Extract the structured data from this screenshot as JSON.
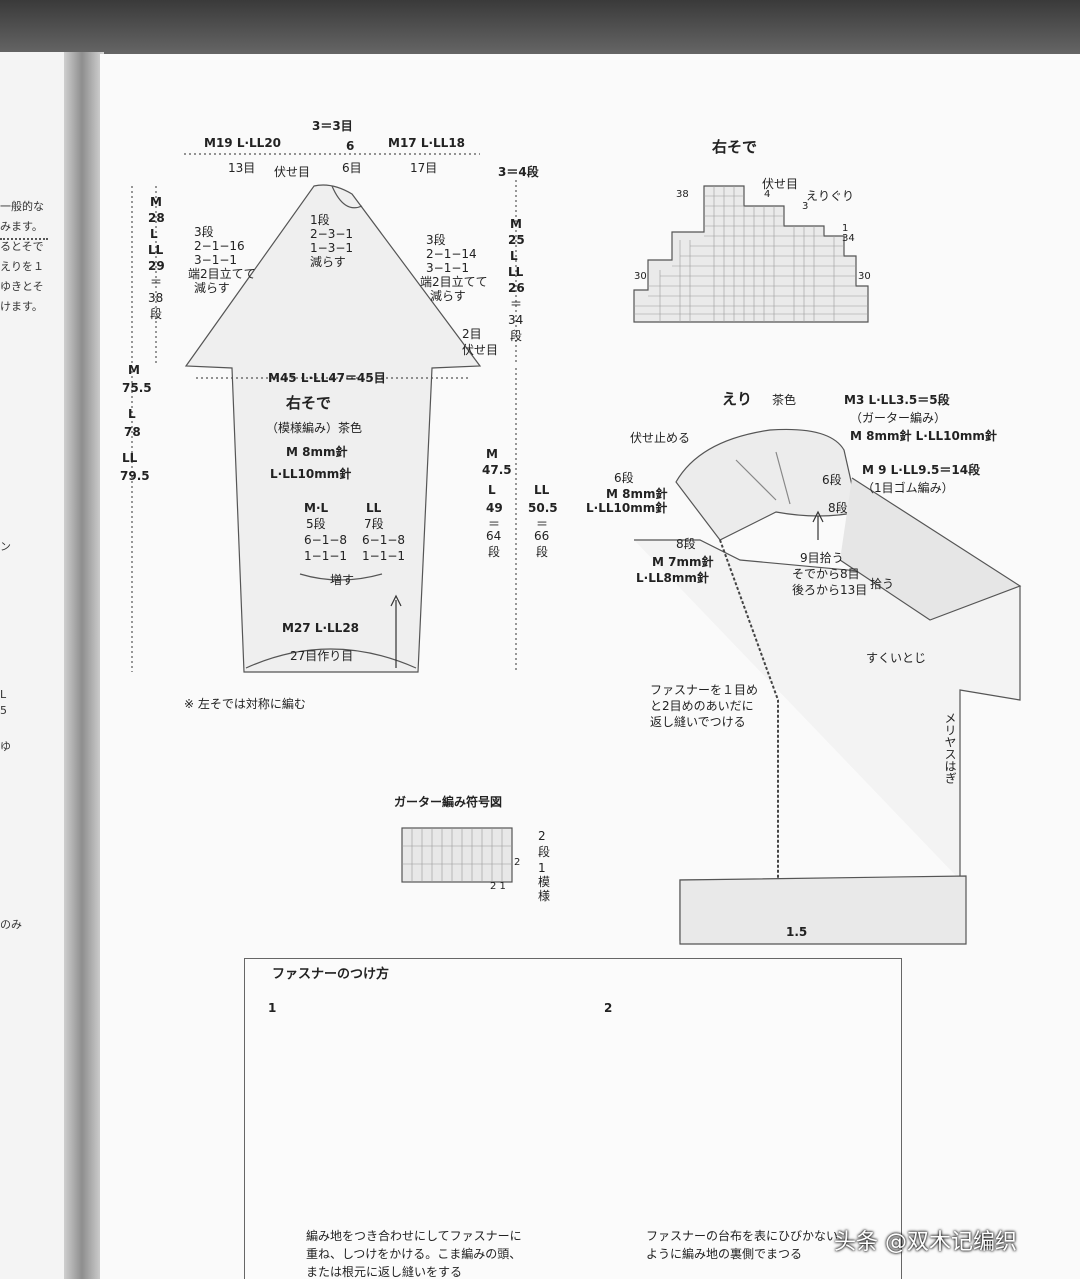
{
  "left_page": {
    "lines": [
      "一般的な",
      "みます。",
      "るとそで",
      "えりを１",
      "ゆきとそ",
      "けます。"
    ],
    "bits": [
      "ン",
      "L",
      "5",
      "ゆ",
      "のみ"
    ]
  },
  "sleeve": {
    "top_left": "M19 L·LL20",
    "top_left_val": "13目",
    "top_mid": "3＝3目",
    "top_center": "6",
    "top_center_val": "6目",
    "top_right": "M17 L·LL18",
    "top_right_val": "17目",
    "right_top_rows": "3＝4段",
    "bindoff": "伏せ目",
    "cap_center": [
      "1段",
      "2−3−1",
      "1−3−1",
      "減らす"
    ],
    "left_dec": [
      "3段",
      "2−1−16",
      "3−1−1",
      "端2目立てて",
      "減らす"
    ],
    "right_dec": [
      "3段",
      "2−1−14",
      "3−1−1",
      "端2目立てて",
      "減らす"
    ],
    "left_vertical": [
      "M",
      "28",
      "L",
      "LL",
      "29",
      "＝",
      "38",
      "段"
    ],
    "right_vertical": [
      "M",
      "25",
      "L",
      "LL",
      "26",
      "＝",
      "34",
      "段"
    ],
    "corner_bindoff": [
      "2目",
      "伏せ目"
    ],
    "width_label": "M45 L·LL47＝45目",
    "title": "右そで",
    "pattern": "（模様編み）茶色",
    "needle_m": "M 8mm針",
    "needle_l": "L·LL10mm針",
    "inc_head_m": "M·L",
    "inc_head_ll": "LL",
    "inc_m": [
      "5段",
      "6−1−8",
      "1−1−1"
    ],
    "inc_ll": [
      "7段",
      "6−1−8",
      "1−1−1"
    ],
    "inc_label": "増す",
    "bottom_label": "M27 L·LL28",
    "bottom_val": "27目作り目",
    "total_left": [
      "M",
      "75.5",
      "L",
      "78",
      "LL",
      "79.5"
    ],
    "lower_right": [
      "M",
      "47.5",
      "L",
      "49",
      "＝",
      "64",
      "段"
    ],
    "lower_right2": [
      "LL",
      "50.5",
      "＝",
      "66",
      "段"
    ],
    "note": "※ 左そでは対称に編む"
  },
  "chart": {
    "title": "右そで",
    "bindoff": "伏せ目",
    "neck": "えりぐり",
    "nums": [
      "38",
      "4",
      "3",
      "1",
      "34",
      "30",
      "30"
    ]
  },
  "collar": {
    "title": "えり",
    "color": "茶色",
    "r1": "M3 L·LL3.5＝5段",
    "r2": "（ガーター編み）",
    "r3": "M 8mm針 L·LL10mm針",
    "bindoff": "伏せ止める",
    "left1": "6段",
    "left2": "M 8mm針",
    "left3": "L·LL10mm針",
    "inner": "6段",
    "rib1": "M 9 L·LL9.5＝14段",
    "rib2": "（1目ゴム編み）",
    "inner2": "8段",
    "left4": "8段",
    "needle5": "M 7mm針",
    "needle6": "L·LL8mm針",
    "pick": [
      "9目拾う",
      "そでから8目",
      "後ろから13目"
    ],
    "pick_side": "拾う",
    "sukui": "すくいとじ",
    "meriyasu": "メリヤスはぎ",
    "zip_note": [
      "ファスナーを１目め",
      "と2目めのあいだに",
      "返し縫いでつける"
    ],
    "dim": "1.5"
  },
  "garter": {
    "title": "ガーター編み符号図",
    "side": [
      "2",
      "段",
      "1",
      "模",
      "様"
    ],
    "two": "2",
    "bottom": "2 1"
  },
  "zipper_box": {
    "title": "ファスナーのつけ方",
    "step1": "1",
    "step2": "2",
    "cap1": [
      "編み地をつき合わせにしてファスナーに",
      "重ね、しつけをかける。こま編みの頭、",
      "または根元に返し縫いをする"
    ],
    "cap2": [
      "ファスナーの台布を表にひびかない",
      "ように編み地の裏側でまつる"
    ]
  },
  "watermark": "头条 @双木记编织"
}
